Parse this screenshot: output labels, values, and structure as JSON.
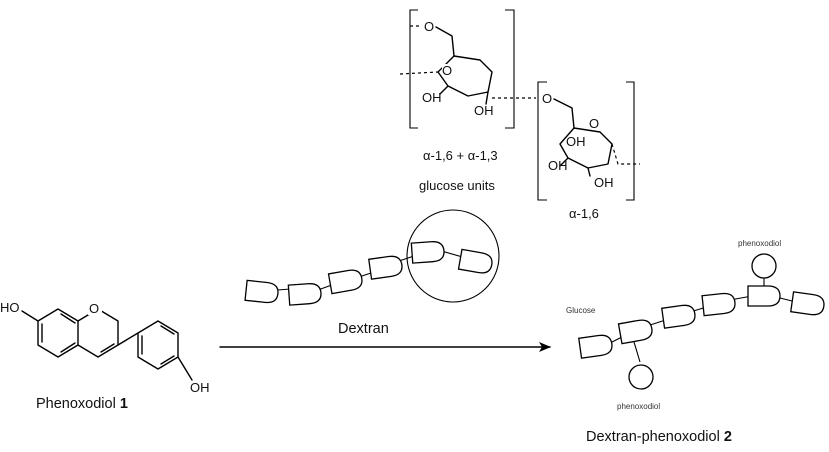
{
  "atoms": {
    "o": "O",
    "oh": "OH",
    "ho": "HO"
  },
  "labels": {
    "linkage_top": "α-1,6 + α-1,3",
    "units": "glucose units",
    "linkage_right": "α-1,6",
    "dextran": "Dextran",
    "phenoxodiol_name": "Phenoxodiol",
    "phenoxodiol_number": "1",
    "glucose": "Glucose",
    "phenoxodiol_small": "phenoxodiol",
    "product_name": "Dextran-phenoxodiol",
    "product_number": "2"
  }
}
